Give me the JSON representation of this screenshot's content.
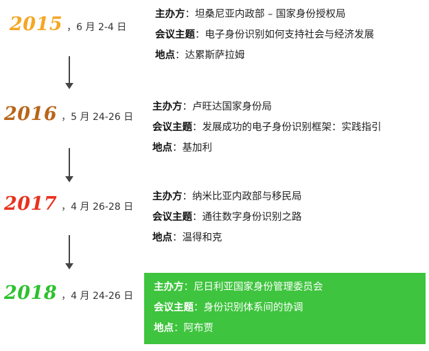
{
  "labels": {
    "host": "主办方",
    "theme": "会议主题",
    "venue": "地点",
    "sep": "："
  },
  "entries": [
    {
      "year": "2015",
      "date_sep": "，",
      "date": "6 月 2-4 日",
      "year_color": "#f5a623",
      "host": "坦桑尼亚内政部 – 国家身份授权局",
      "theme": "电子身份识别如何支持社会与经济发展",
      "venue": "达累斯萨拉姆"
    },
    {
      "year": "2016",
      "date_sep": "，",
      "date": "5 月 24-26 日",
      "year_color": "#b8651c",
      "host": "卢旺达国家身份局",
      "theme": "发展成功的电子身份识别框架：实践指引",
      "venue": "基加利"
    },
    {
      "year": "2017",
      "date_sep": "，",
      "date": "4 月 26-28 日",
      "year_color": "#e8321e",
      "host": "纳米比亚内政部与移民局",
      "theme": "通往数字身份识别之路",
      "venue": "温得和克"
    },
    {
      "year": "2018",
      "date_sep": "，",
      "date": "4 月 24-26 日",
      "year_color": "#2dc12d",
      "host": "尼日利亚国家身份管理委员会",
      "theme": "身份识别体系间的协调",
      "venue": "阿布贾"
    }
  ],
  "colors": {
    "highlight_bg": "#3ec43e",
    "arrow": "#444444"
  }
}
